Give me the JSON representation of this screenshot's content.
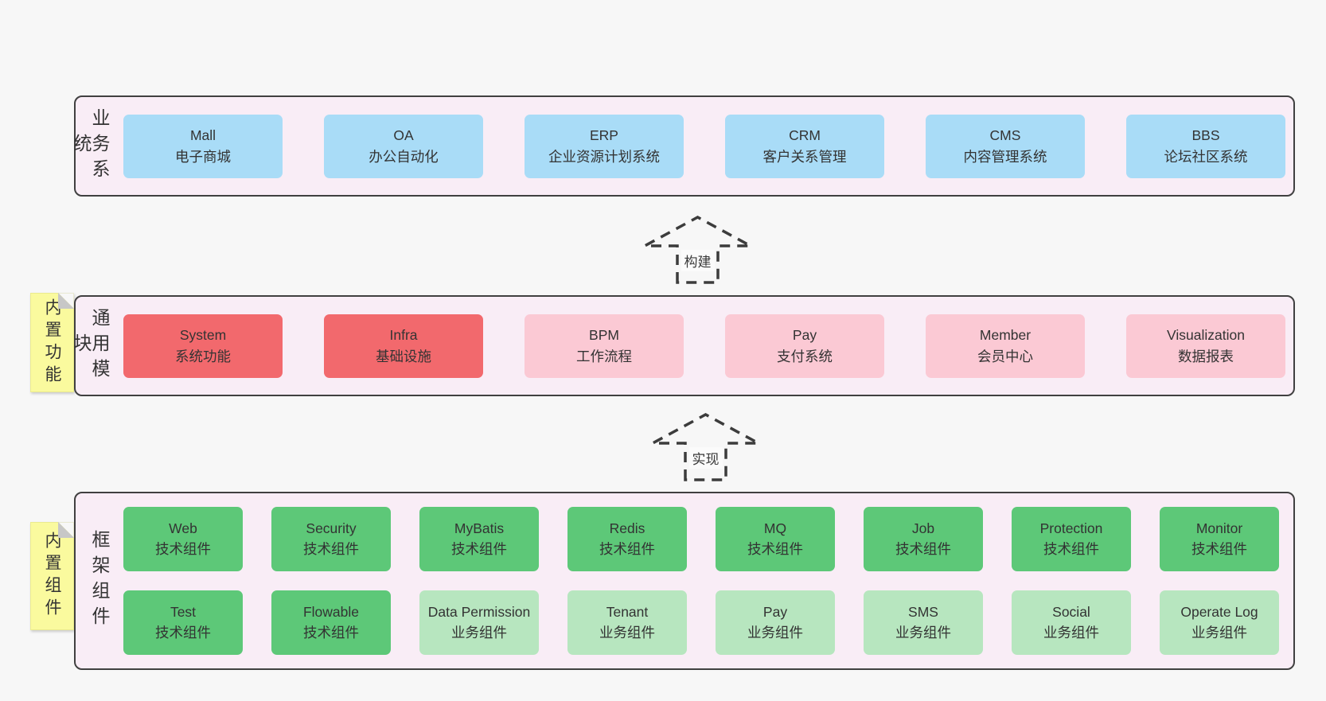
{
  "colors": {
    "page_bg": "#f7f7f7",
    "section_bg": "#f9edf6",
    "section_border": "#404040",
    "box_blue": "#a9dcf7",
    "box_red": "#f2696d",
    "box_pink": "#fbc9d4",
    "box_green": "#5dc878",
    "box_green_light": "#b7e6bf",
    "note_yellow": "#fafa9e",
    "note_fold_gray": "#c7c7c7",
    "text": "#333333",
    "arrow_dash": "#3c3c3c"
  },
  "arrows": {
    "build": "构建",
    "implement": "实现"
  },
  "sections": {
    "business": {
      "label": "业务系统",
      "boxes": [
        {
          "name": "Mall",
          "desc": "电子商城"
        },
        {
          "name": "OA",
          "desc": "办公自动化"
        },
        {
          "name": "ERP",
          "desc": "企业资源计划系统"
        },
        {
          "name": "CRM",
          "desc": "客户关系管理"
        },
        {
          "name": "CMS",
          "desc": "内容管理系统"
        },
        {
          "name": "BBS",
          "desc": "论坛社区系统"
        }
      ]
    },
    "modules": {
      "label": "通用模块",
      "note": "内置功能",
      "boxes": [
        {
          "name": "System",
          "desc": "系统功能"
        },
        {
          "name": "Infra",
          "desc": "基础设施"
        },
        {
          "name": "BPM",
          "desc": "工作流程"
        },
        {
          "name": "Pay",
          "desc": "支付系统"
        },
        {
          "name": "Member",
          "desc": "会员中心"
        },
        {
          "name": "Visualization",
          "desc": "数据报表"
        }
      ]
    },
    "components": {
      "label": "框架组件",
      "note": "内置组件",
      "rows": [
        [
          {
            "name": "Web",
            "desc": "技术组件"
          },
          {
            "name": "Security",
            "desc": "技术组件"
          },
          {
            "name": "MyBatis",
            "desc": "技术组件"
          },
          {
            "name": "Redis",
            "desc": "技术组件"
          },
          {
            "name": "MQ",
            "desc": "技术组件"
          },
          {
            "name": "Job",
            "desc": "技术组件"
          },
          {
            "name": "Protection",
            "desc": "技术组件"
          },
          {
            "name": "Monitor",
            "desc": "技术组件"
          }
        ],
        [
          {
            "name": "Test",
            "desc": "技术组件"
          },
          {
            "name": "Flowable",
            "desc": "技术组件"
          },
          {
            "name": "Data Permission",
            "desc": "业务组件"
          },
          {
            "name": "Tenant",
            "desc": "业务组件"
          },
          {
            "name": "Pay",
            "desc": "业务组件"
          },
          {
            "name": "SMS",
            "desc": "业务组件"
          },
          {
            "name": "Social",
            "desc": "业务组件"
          },
          {
            "name": "Operate Log",
            "desc": "业务组件"
          }
        ]
      ]
    }
  }
}
